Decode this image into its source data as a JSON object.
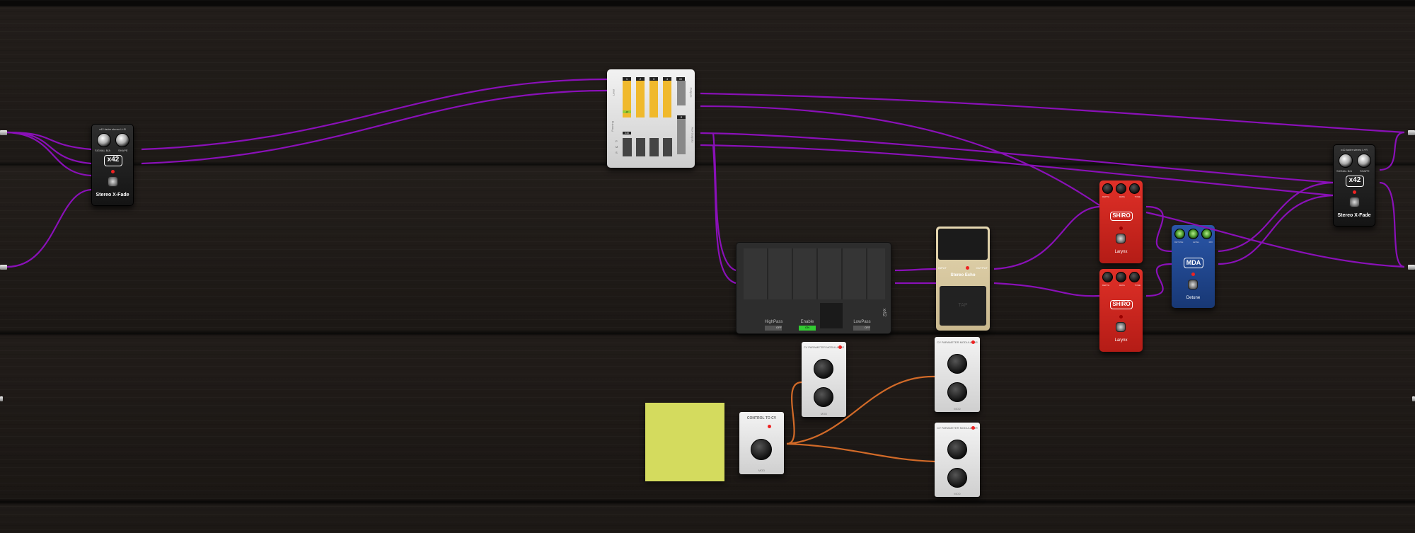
{
  "xfade_left": {
    "header": "x42-fader stereo L+R",
    "knob1": "SIGNAL B/A",
    "knob2": "SHAPE",
    "badge": "x42",
    "name": "Stereo X-Fade"
  },
  "xfade_right": {
    "header": "x42-fader stereo L+R",
    "knob1": "SIGNAL B/A",
    "knob2": "SHAPE",
    "badge": "x42",
    "name": "Stereo X-Fade"
  },
  "mixer": {
    "channels": [
      "1",
      "2",
      "3",
      "4",
      "M",
      "S"
    ],
    "level_label": "Level",
    "panning_label": "Panning",
    "outputs_label": "Outputs",
    "aux_label": "Aux Outputs",
    "gain": "-inf",
    "pan": "0.00",
    "row_labels": [
      "P",
      "M",
      "S"
    ]
  },
  "eq": {
    "highpass": "HighPass",
    "enable": "Enable",
    "lowpass": "LowPass",
    "brand": "x42",
    "on": "ON",
    "off": "OFF"
  },
  "echo": {
    "input": "INPUT",
    "output": "OUTPUT",
    "name": "Stereo Echo",
    "tap": "TAP"
  },
  "larynx1": {
    "knobs": [
      "DEPTH",
      "RATE",
      "TONE"
    ],
    "badge": "SHIRO",
    "name": "Larynx"
  },
  "larynx2": {
    "knobs": [
      "DEPTH",
      "RATE",
      "TONE"
    ],
    "badge": "SHIRO",
    "name": "Larynx"
  },
  "detune": {
    "knobs": [
      "DETUNE",
      "LEVEL",
      "MIX"
    ],
    "badge": "MDA",
    "name": "Detune"
  },
  "control_cv": {
    "title": "CONTROL TO CV",
    "brand": "MOD"
  },
  "cv_mod": {
    "title": "CV PARAMETER MODULATOR",
    "brand": "MOD"
  },
  "colors": {
    "audio_cable": "#8a10b8",
    "cv_cable": "#d26a28",
    "note": "#d4db5e",
    "larynx": "#c8221c",
    "detune": "#1d3f8a"
  }
}
